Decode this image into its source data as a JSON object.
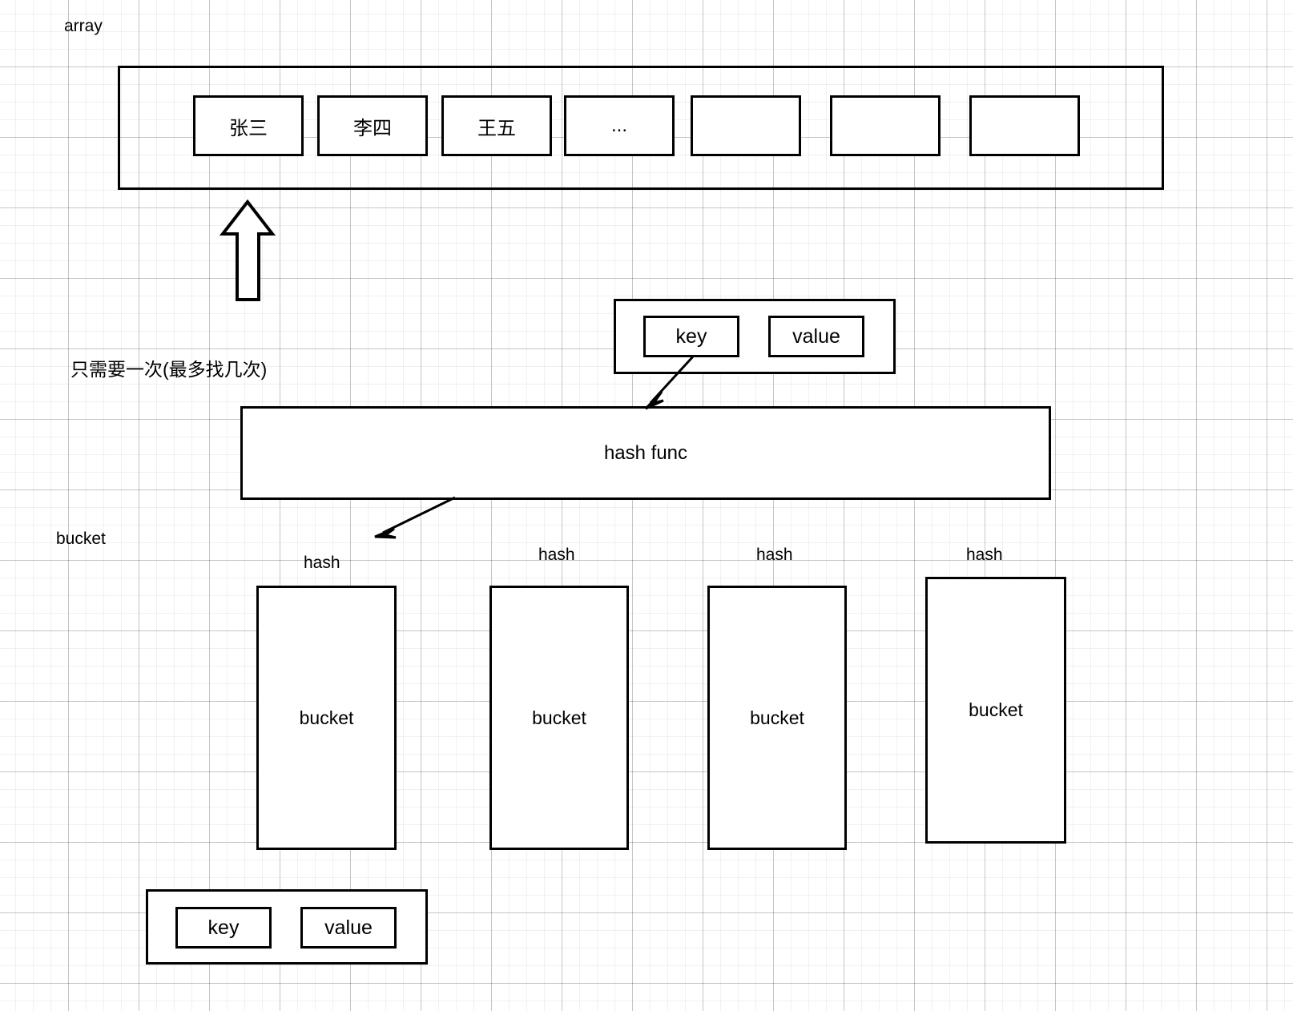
{
  "diagram": {
    "title_labels": {
      "array": "array",
      "bucket": "bucket",
      "note": "只需要一次(最多找几次)"
    },
    "array_row": {
      "cells": [
        {
          "text": "张三"
        },
        {
          "text": "李四"
        },
        {
          "text": "王五"
        },
        {
          "text": "..."
        },
        {
          "text": ""
        },
        {
          "text": ""
        },
        {
          "text": ""
        }
      ]
    },
    "kv_top": {
      "key_label": "key",
      "value_label": "value"
    },
    "hash_func": {
      "label": "hash func"
    },
    "buckets": [
      {
        "hash_label": "hash",
        "label": "bucket"
      },
      {
        "hash_label": "hash",
        "label": "bucket"
      },
      {
        "hash_label": "hash",
        "label": "bucket"
      },
      {
        "hash_label": "hash",
        "label": "bucket"
      }
    ],
    "kv_bottom": {
      "key_label": "key",
      "value_label": "value"
    },
    "colors": {
      "stroke": "#000000",
      "background": "#ffffff",
      "grid_major": "#b8b8b8",
      "grid_minor": "#ececec"
    }
  }
}
